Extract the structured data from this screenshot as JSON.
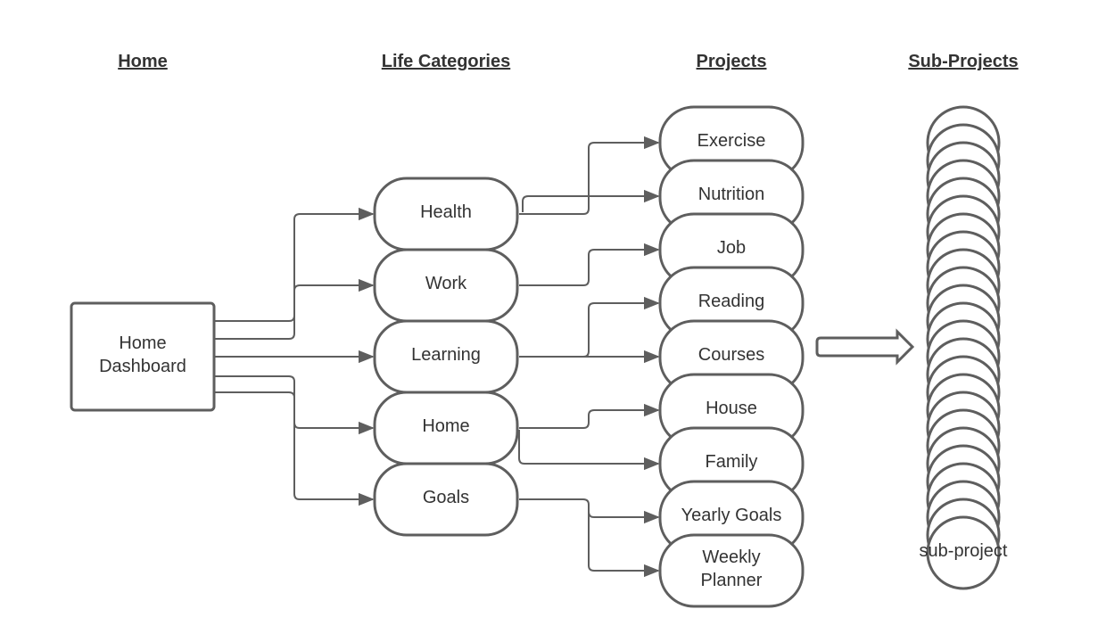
{
  "headers": {
    "home": "Home",
    "categories": "Life Categories",
    "projects": "Projects",
    "subprojects": "Sub-Projects"
  },
  "home_node": {
    "line1": "Home",
    "line2": "Dashboard"
  },
  "categories": [
    "Health",
    "Work",
    "Learning",
    "Home",
    "Goals"
  ],
  "projects": {
    "exercise": "Exercise",
    "nutrition": "Nutrition",
    "job": "Job",
    "reading": "Reading",
    "courses": "Courses",
    "house": "House",
    "family": "Family",
    "yearly": "Yearly Goals",
    "weekly_1": "Weekly",
    "weekly_2": "Planner"
  },
  "subproject": {
    "label": "sub-project",
    "count": 24
  },
  "colors": {
    "stroke": "#5e5e5e",
    "text": "#333333"
  }
}
